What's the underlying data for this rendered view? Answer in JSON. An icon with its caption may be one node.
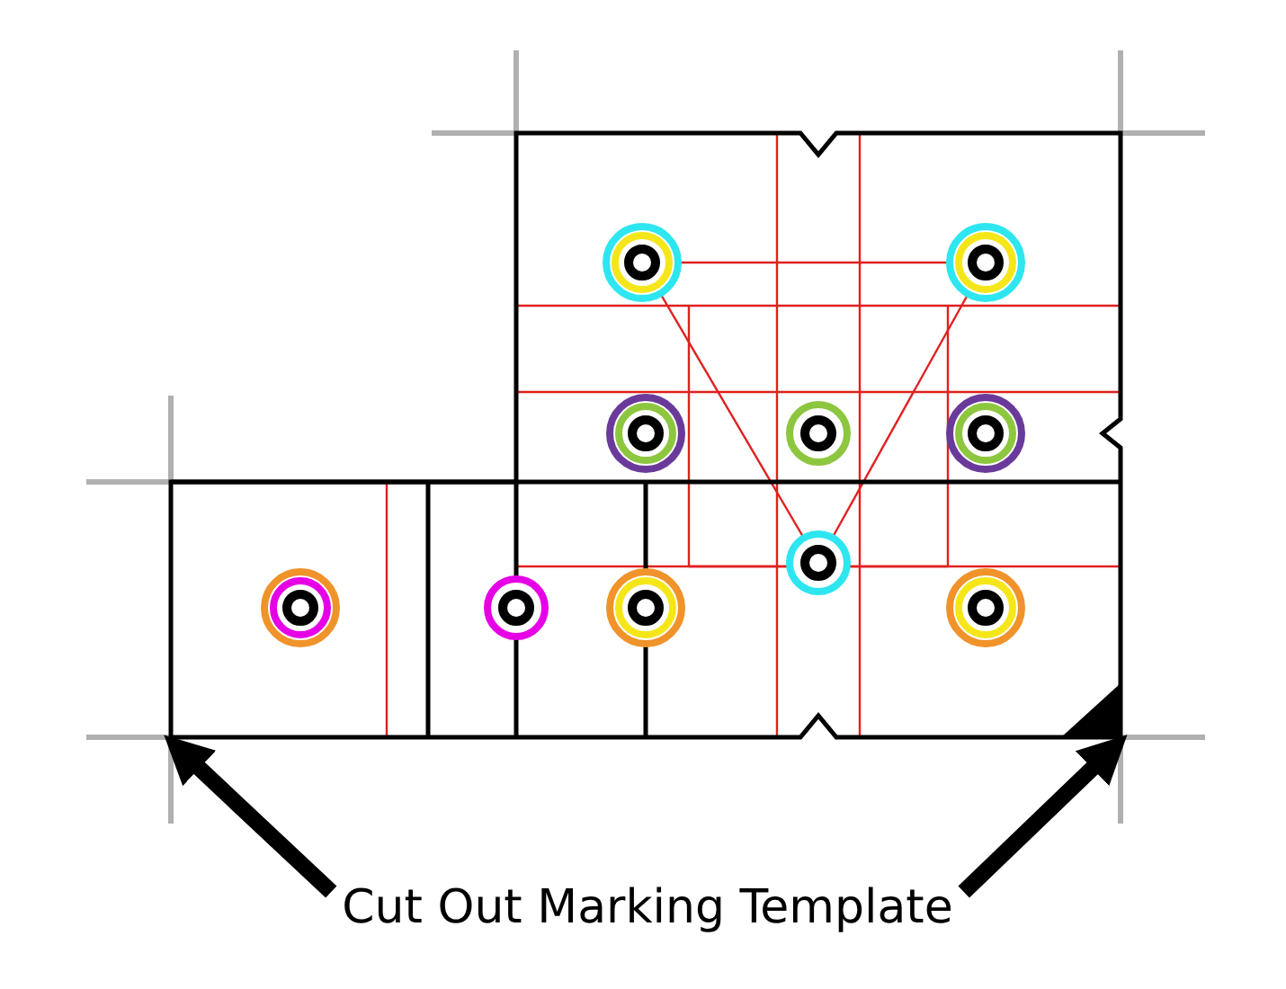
{
  "diagram": {
    "nodes": [
      {
        "text": [
          "Cut Out Marking Template"
        ]
      },
      {
        "text": [],
        "shape": "picture"
      }
    ],
    "edges": [
      {
        "from": 0,
        "to": 1,
        "arrow": "to"
      },
      {
        "from": 0,
        "to": 1,
        "arrow": "to"
      }
    ]
  }
}
